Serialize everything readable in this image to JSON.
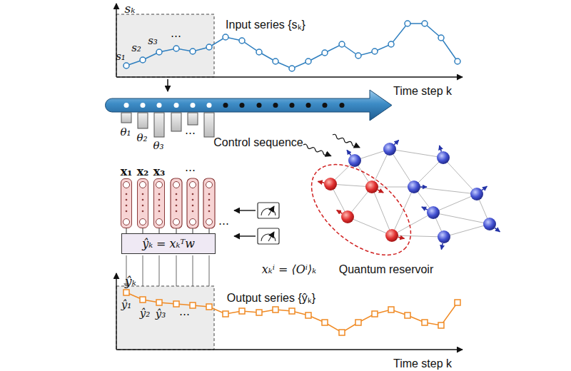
{
  "diagram": {
    "nodes": [
      {
        "text": [
          "x₁"
        ]
      },
      {
        "text": [
          "x₂"
        ]
      },
      {
        "text": [
          "x₃"
        ]
      },
      {
        "text": [
          "ŷₖ = xₖᵀw"
        ]
      }
    ],
    "edges": [
      {
        "from": 0,
        "to": 3,
        "arrow": "none"
      },
      {
        "from": 1,
        "to": 3,
        "arrow": "none"
      },
      {
        "from": 2,
        "to": 3,
        "arrow": "none"
      }
    ],
    "labels": [
      "sₖ",
      "Input series {sₖ}",
      "s₁",
      "s₂",
      "s₃",
      "⋯",
      "Time step k",
      "θ₁",
      "θ₂",
      "θ₃",
      "⋯",
      "Control sequence",
      "⋯",
      "⋯",
      "xₖⁱ = ⟨Oⁱ⟩ₖ",
      "Quantum reservoir",
      "ŷₖ",
      "Output series {ŷₖ}",
      "ŷ₁",
      "ŷ₂",
      "ŷ₃",
      "⋯",
      "Time step k"
    ]
  }
}
